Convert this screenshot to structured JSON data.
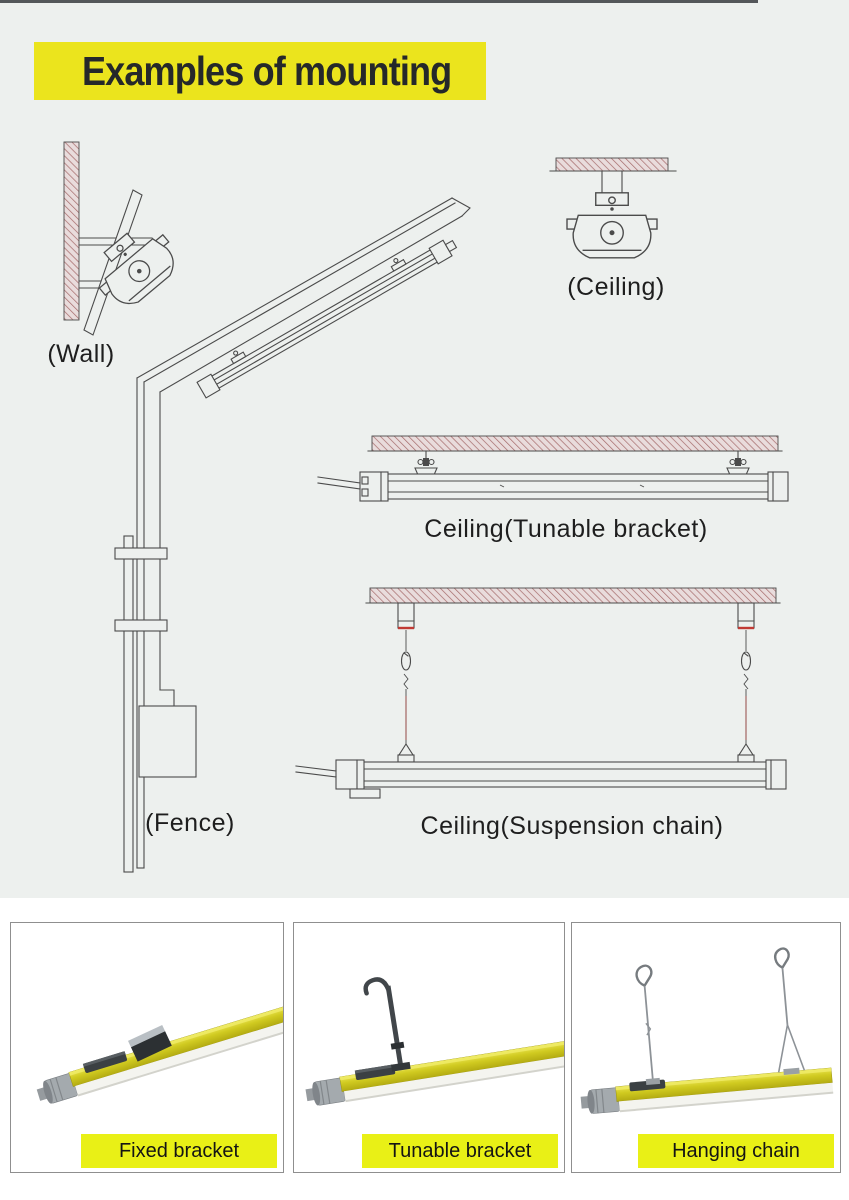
{
  "header": {
    "title": "Examples of mounting"
  },
  "diagram_labels": {
    "wall": "(Wall)",
    "ceiling": "(Ceiling)",
    "ceiling_tunable": "Ceiling(Tunable bracket)",
    "ceiling_suspension": "Ceiling(Suspension chain)",
    "fence": "(Fence)"
  },
  "photo_panels": [
    {
      "label": "Fixed bracket"
    },
    {
      "label": "Tunable bracket"
    },
    {
      "label": "Hanging chain"
    }
  ],
  "colors": {
    "page_bg": "#edf0ee",
    "section_bg": "#ffffff",
    "banner_yellow": "#ebe41d",
    "label_yellow": "#e9f016",
    "line": "#4b4b4b",
    "hatch_stroke": "#a56a6a",
    "hatch_bg": "#e9dcdc",
    "red_accent": "#c13a34",
    "text_dark": "#1e1e1e"
  }
}
